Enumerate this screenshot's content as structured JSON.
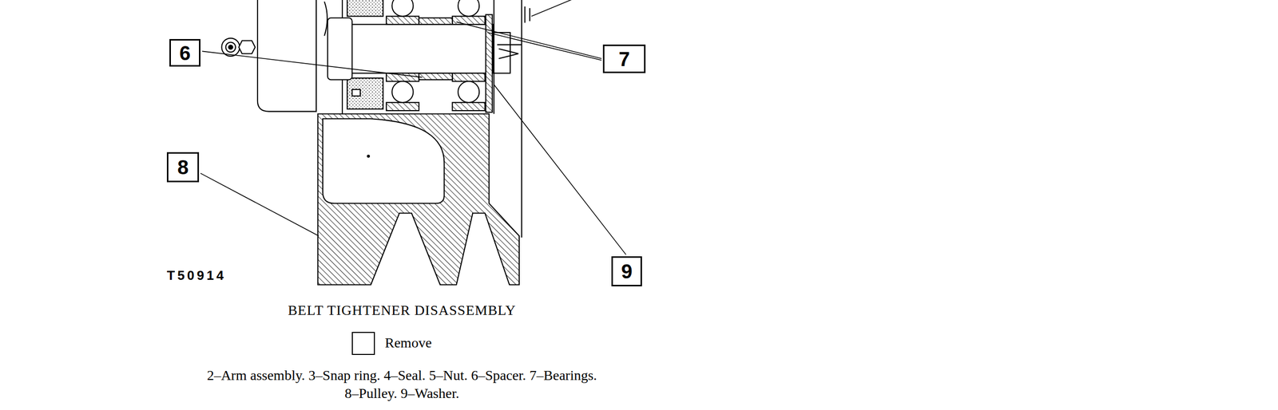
{
  "diagram": {
    "title": "BELT TIGHTENER DISASSEMBLY",
    "caption": "2–Arm assembly. 3–Snap ring. 4–Seal. 5–Nut. 6–Spacer. 7–Bearings. 8–Pulley. 9–Washer.",
    "nodes": [
      {
        "text": [
          "6"
        ]
      },
      {
        "text": [
          "7"
        ]
      },
      {
        "text": [
          "8"
        ]
      },
      {
        "text": [
          "9"
        ]
      }
    ],
    "labels": [
      "T50914"
    ],
    "legend": [
      {
        "text": "Remove"
      }
    ]
  }
}
